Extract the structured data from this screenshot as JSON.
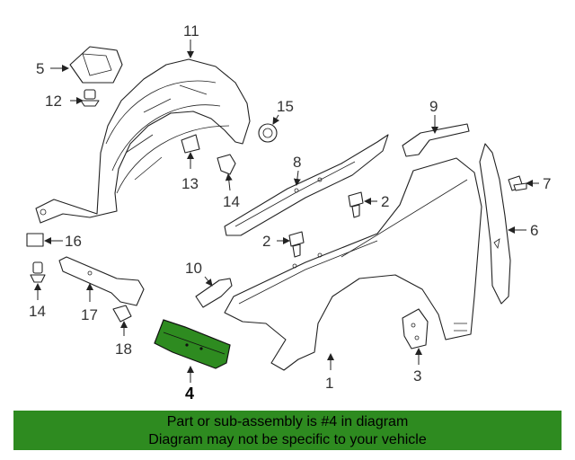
{
  "callouts": {
    "c1": "1",
    "c2a": "2",
    "c2b": "2",
    "c3": "3",
    "c4": "4",
    "c5": "5",
    "c6": "6",
    "c7": "7",
    "c8": "8",
    "c9": "9",
    "c10": "10",
    "c11": "11",
    "c12": "12",
    "c13": "13",
    "c14a": "14",
    "c14b": "14",
    "c15": "15",
    "c16": "16",
    "c17": "17",
    "c18": "18"
  },
  "highlight_color": "#2e8b20",
  "banner": {
    "line1": "Part or sub-assembly is #4 in diagram",
    "line2": "Diagram may not be specific to your vehicle"
  }
}
